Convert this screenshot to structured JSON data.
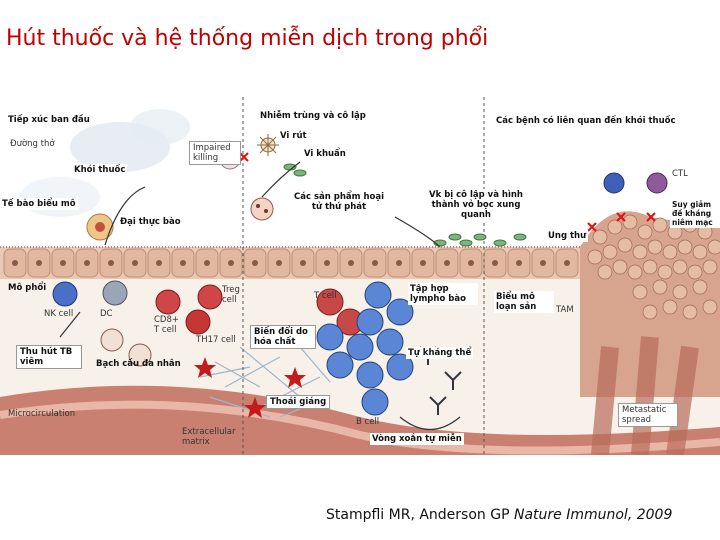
{
  "title": "Hút thuốc và hệ thống miễn dịch trong phổi",
  "caption": {
    "authors": "Stampfli MR, Anderson GP ",
    "journal": "Nature Immunol, 2009"
  },
  "figure": {
    "labels": {
      "first_exposure": "Tiếp xúc ban đầu",
      "airway": "Đường thở",
      "smoke": "Khói thuốc",
      "epithelial_cell": "Tế bào biểu mô",
      "macrophage": "Đại thực bào",
      "infection_isolation": "Nhiễm trùng và cô lập",
      "virus": "Vi rút",
      "bacteria": "Vi khuẩn",
      "impaired_killing": "Impaired killing",
      "necrotic_products": "Các sản phẩm hoại tử thứ phát",
      "smoking_diseases": "Các bệnh có liên quan đến khói thuốc",
      "isolated_bacteria": "Vk bị cô lập và hình thành vỏ bọc xung quanh",
      "cancer": "Ung thư",
      "ctl": "CTL",
      "immune_suppression": "Suy giảm đề kháng niêm mạc",
      "lung_tissue": "Mô phổi",
      "nk_cell": "NK cell",
      "dc": "DC",
      "cd8_t_cell": "CD8+ T cell",
      "th17_cell": "TH17 cell",
      "treg_cell": "Treg cell",
      "t_cell": "T cell",
      "lymphocyte_aggregate": "Tập hợp lympho bào",
      "dysplasia": "Biểu mô loạn sản",
      "tam": "TAM",
      "chemical_modification": "Biến đổi do hóa chất",
      "neutrophil_recruit": "Thu hút TB viêm",
      "neutrophils": "Bạch cầu đa nhân",
      "autoantibody": "Tự kháng thể",
      "b_cell": "B cell",
      "degradation": "Thoái giáng",
      "microcirculation": "Microcirculation",
      "extracellular_matrix": "Extracellular matrix",
      "autoimmune_loop": "Vòng xoắn tự miễn",
      "metastatic_spread": "Metastatic spread"
    }
  }
}
